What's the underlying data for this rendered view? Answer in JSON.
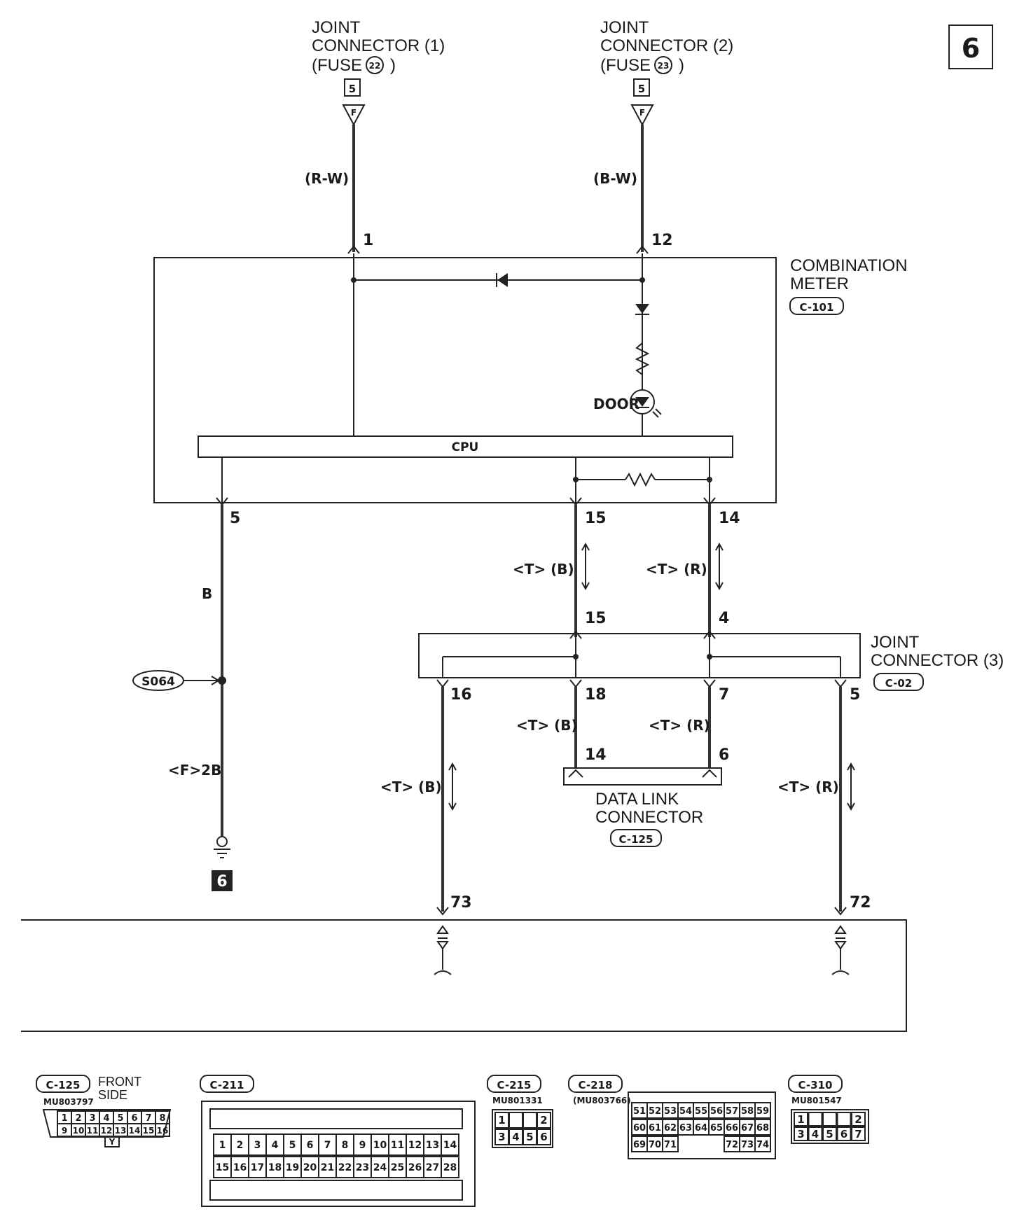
{
  "page_number": "6",
  "top_connectors": {
    "jc1": {
      "line1": "JOINT",
      "line2": "CONNECTOR (1)",
      "line3a": "(FUSE",
      "line3b": ")",
      "fuse": "22",
      "ref": "5"
    },
    "jc2": {
      "line1": "JOINT",
      "line2": "CONNECTOR (2)",
      "line3a": "(FUSE",
      "line3b": ")",
      "fuse": "23",
      "ref": "5"
    }
  },
  "wire_colors": {
    "rw": "(R-W)",
    "bw": "(B-W)",
    "b": "B",
    "tb": "<T> (B)",
    "tr": "<T> (R)",
    "f2b": "<F>2B"
  },
  "pins": {
    "p1": "1",
    "p12": "12",
    "p5": "5",
    "p15a": "15",
    "p14a": "14",
    "p15b": "15",
    "p4": "4",
    "p16": "16",
    "p18": "18",
    "p7": "7",
    "p5b": "5",
    "p14b": "14",
    "p6": "6",
    "p73": "73",
    "p72": "72"
  },
  "combination_meter": {
    "line1": "COMBINATION",
    "line2": "METER",
    "ref": "C-101",
    "cpu": "CPU",
    "door": "DOOR"
  },
  "joint_connector_3": {
    "line1": "JOINT",
    "line2": "CONNECTOR (3)",
    "ref": "C-02"
  },
  "data_link_connector": {
    "line1": "DATA LINK",
    "line2": "CONNECTOR",
    "ref": "C-125"
  },
  "splice": "S064",
  "ground": "6",
  "connector_views": {
    "c125": {
      "ref": "C-125",
      "side1": "FRONT",
      "side2": "SIDE",
      "part": "MU803797",
      "row1": [
        "1",
        "2",
        "3",
        "4",
        "5",
        "6",
        "7",
        "8"
      ],
      "row2": [
        "9",
        "10",
        "11",
        "12",
        "13",
        "14",
        "15",
        "16"
      ],
      "key": "Y"
    },
    "c211": {
      "ref": "C-211",
      "row1": [
        "1",
        "2",
        "3",
        "4",
        "5",
        "6",
        "7",
        "8",
        "9",
        "10",
        "11",
        "12",
        "13",
        "14"
      ],
      "row2": [
        "15",
        "16",
        "17",
        "18",
        "19",
        "20",
        "21",
        "22",
        "23",
        "24",
        "25",
        "26",
        "27",
        "28"
      ]
    },
    "c215": {
      "ref": "C-215",
      "part": "MU801331",
      "row1": [
        "1",
        "2"
      ],
      "row2": [
        "3",
        "4",
        "5",
        "6"
      ]
    },
    "c218": {
      "ref": "C-218",
      "part": "(MU803766)",
      "row1": [
        "51",
        "52",
        "53",
        "54",
        "55",
        "56",
        "57",
        "58",
        "59"
      ],
      "row2": [
        "60",
        "61",
        "62",
        "63",
        "64",
        "65",
        "66",
        "67",
        "68"
      ],
      "row3": [
        "69",
        "70",
        "71",
        "72",
        "73",
        "74"
      ]
    },
    "c310": {
      "ref": "C-310",
      "part": "MU801547",
      "row1": [
        "1",
        "2"
      ],
      "row2": [
        "3",
        "4",
        "5",
        "6",
        "7"
      ]
    }
  }
}
